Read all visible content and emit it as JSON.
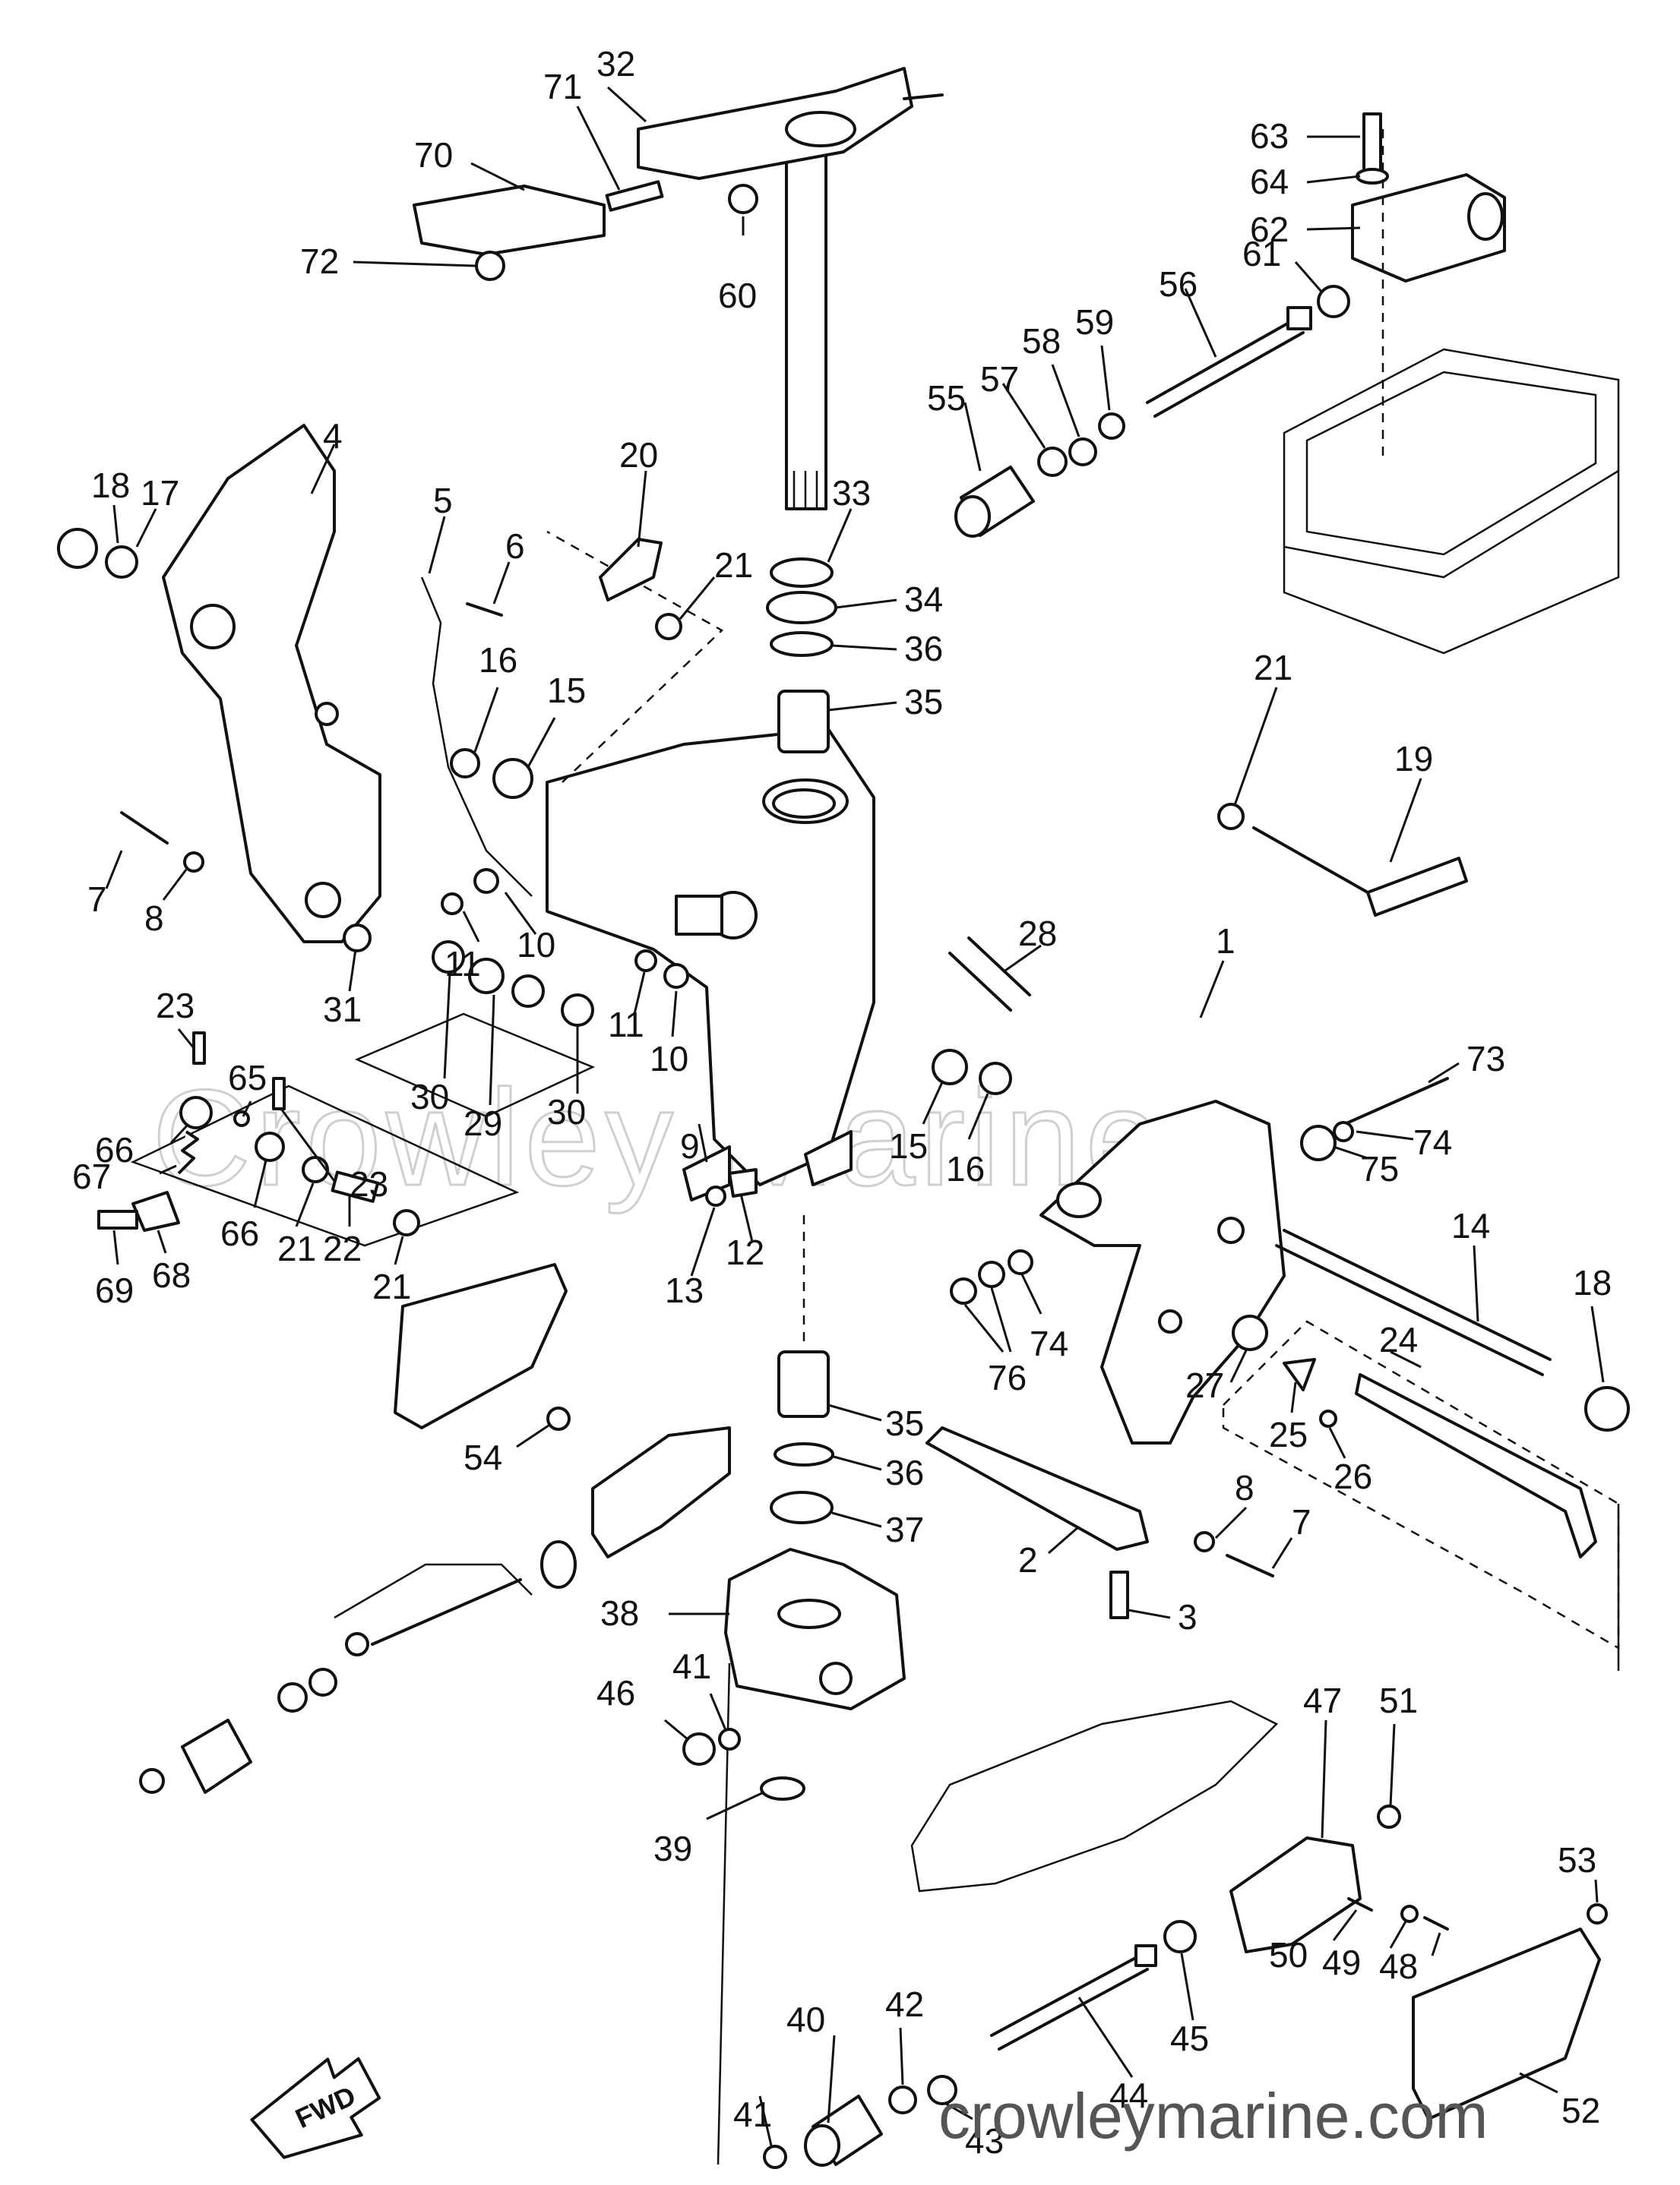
{
  "watermark_text": "Crowley Marine",
  "site_text": "crowleymarine.com",
  "direction_label": "FWD",
  "callouts": [
    {
      "id": "c63",
      "text": "63"
    },
    {
      "id": "c64",
      "text": "64"
    },
    {
      "id": "c62",
      "text": "62"
    },
    {
      "id": "c32",
      "text": "32"
    },
    {
      "id": "c71",
      "text": "71"
    },
    {
      "id": "c70",
      "text": "70"
    },
    {
      "id": "c72",
      "text": "72"
    },
    {
      "id": "c60",
      "text": "60"
    },
    {
      "id": "c61",
      "text": "61"
    },
    {
      "id": "c56",
      "text": "56"
    },
    {
      "id": "c59",
      "text": "59"
    },
    {
      "id": "c58",
      "text": "58"
    },
    {
      "id": "c57",
      "text": "57"
    },
    {
      "id": "c55",
      "text": "55"
    },
    {
      "id": "c18a",
      "text": "18"
    },
    {
      "id": "c17",
      "text": "17"
    },
    {
      "id": "c4",
      "text": "4"
    },
    {
      "id": "c5",
      "text": "5"
    },
    {
      "id": "c6",
      "text": "6"
    },
    {
      "id": "c20",
      "text": "20"
    },
    {
      "id": "c21a",
      "text": "21"
    },
    {
      "id": "c33",
      "text": "33"
    },
    {
      "id": "c34",
      "text": "34"
    },
    {
      "id": "c36a",
      "text": "36"
    },
    {
      "id": "c35a",
      "text": "35"
    },
    {
      "id": "c16a",
      "text": "16"
    },
    {
      "id": "c15a",
      "text": "15"
    },
    {
      "id": "c21b",
      "text": "21"
    },
    {
      "id": "c19",
      "text": "19"
    },
    {
      "id": "c7a",
      "text": "7"
    },
    {
      "id": "c8a",
      "text": "8"
    },
    {
      "id": "c11a",
      "text": "11"
    },
    {
      "id": "c10a",
      "text": "10"
    },
    {
      "id": "c28",
      "text": "28"
    },
    {
      "id": "c1",
      "text": "1"
    },
    {
      "id": "c23a",
      "text": "23"
    },
    {
      "id": "c31",
      "text": "31"
    },
    {
      "id": "c11b",
      "text": "11"
    },
    {
      "id": "c10b",
      "text": "10"
    },
    {
      "id": "c73",
      "text": "73"
    },
    {
      "id": "c66a",
      "text": "66"
    },
    {
      "id": "c65",
      "text": "65"
    },
    {
      "id": "c23b",
      "text": "23"
    },
    {
      "id": "c30a",
      "text": "30"
    },
    {
      "id": "c29",
      "text": "29"
    },
    {
      "id": "c30b",
      "text": "30"
    },
    {
      "id": "c74a",
      "text": "74"
    },
    {
      "id": "c75",
      "text": "75"
    },
    {
      "id": "c67",
      "text": "67"
    },
    {
      "id": "c66b",
      "text": "66"
    },
    {
      "id": "c9",
      "text": "9"
    },
    {
      "id": "c15b",
      "text": "15"
    },
    {
      "id": "c16b",
      "text": "16"
    },
    {
      "id": "c14",
      "text": "14"
    },
    {
      "id": "c69",
      "text": "69"
    },
    {
      "id": "c68",
      "text": "68"
    },
    {
      "id": "c21c",
      "text": "21"
    },
    {
      "id": "c22",
      "text": "22"
    },
    {
      "id": "c21d",
      "text": "21"
    },
    {
      "id": "c12",
      "text": "12"
    },
    {
      "id": "c13",
      "text": "13"
    },
    {
      "id": "c18b",
      "text": "18"
    },
    {
      "id": "c76",
      "text": "76"
    },
    {
      "id": "c74b",
      "text": "74"
    },
    {
      "id": "c27",
      "text": "27"
    },
    {
      "id": "c24",
      "text": "24"
    },
    {
      "id": "c25",
      "text": "25"
    },
    {
      "id": "c26",
      "text": "26"
    },
    {
      "id": "c35b",
      "text": "35"
    },
    {
      "id": "c54",
      "text": "54"
    },
    {
      "id": "c36b",
      "text": "36"
    },
    {
      "id": "c8b",
      "text": "8"
    },
    {
      "id": "c7b",
      "text": "7"
    },
    {
      "id": "c37",
      "text": "37"
    },
    {
      "id": "c2",
      "text": "2"
    },
    {
      "id": "c38",
      "text": "38"
    },
    {
      "id": "c3",
      "text": "3"
    },
    {
      "id": "c46",
      "text": "46"
    },
    {
      "id": "c41a",
      "text": "41"
    },
    {
      "id": "c47",
      "text": "47"
    },
    {
      "id": "c51",
      "text": "51"
    },
    {
      "id": "c39",
      "text": "39"
    },
    {
      "id": "c53",
      "text": "53"
    },
    {
      "id": "c50",
      "text": "50"
    },
    {
      "id": "c49",
      "text": "49"
    },
    {
      "id": "c48",
      "text": "48"
    },
    {
      "id": "c45",
      "text": "45"
    },
    {
      "id": "c42",
      "text": "42"
    },
    {
      "id": "c40",
      "text": "40"
    },
    {
      "id": "c44",
      "text": "44"
    },
    {
      "id": "c52",
      "text": "52"
    },
    {
      "id": "c41b",
      "text": "41"
    },
    {
      "id": "c43",
      "text": "43"
    }
  ]
}
